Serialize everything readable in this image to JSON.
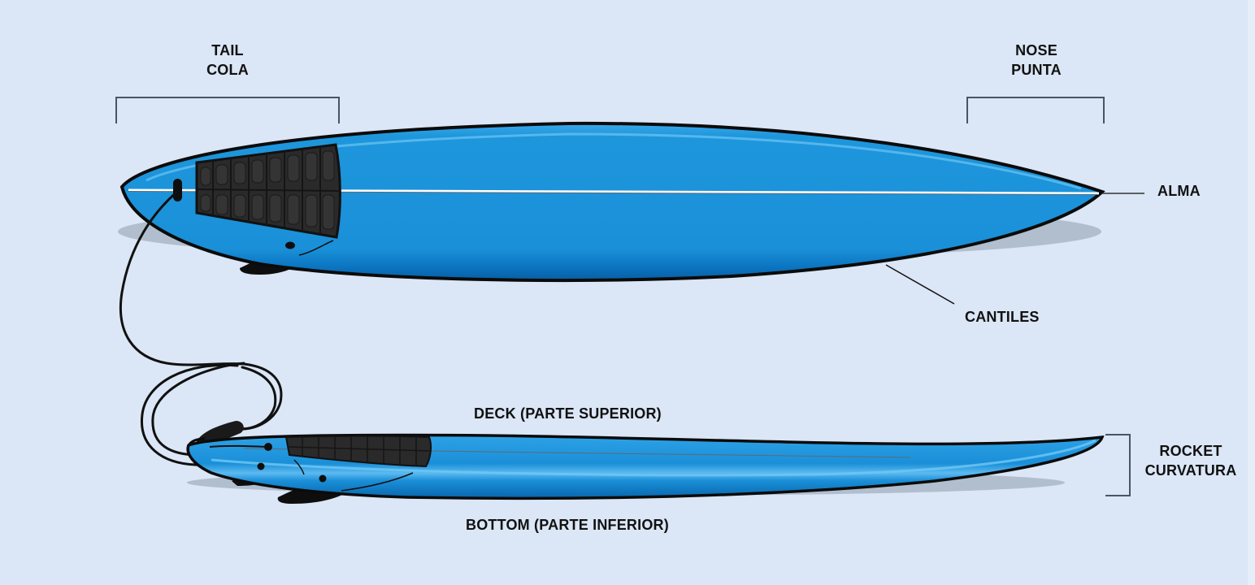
{
  "diagram": {
    "subject": "Surfboard anatomy",
    "colors": {
      "background": "#dbe6f6",
      "board_blue": "#1e96dc",
      "board_dark": "#0a6fb8",
      "board_highlight": "#5ab8ee",
      "outline": "#0b0b0b",
      "shadow": "#a9b6c6",
      "traction_pad": "#2a2a2a",
      "leader_line": "#4a5563"
    },
    "labels": {
      "tail": {
        "en": "TAIL",
        "es": "COLA"
      },
      "nose": {
        "en": "NOSE",
        "es": "PUNTA"
      },
      "stringer": "ALMA",
      "rails": "CANTILES",
      "deck": "DECK (PARTE SUPERIOR)",
      "bottom": "BOTTOM (PARTE INFERIOR)",
      "rocket": {
        "en": "ROCKET",
        "es": "CURVATURA"
      }
    },
    "views": [
      {
        "name": "top-view",
        "description": "Deck view of surfboard with traction pad, leash plug and fin"
      },
      {
        "name": "side-view",
        "description": "Side profile showing rocket curvature, traction pad, fins and coiled leash"
      }
    ]
  }
}
